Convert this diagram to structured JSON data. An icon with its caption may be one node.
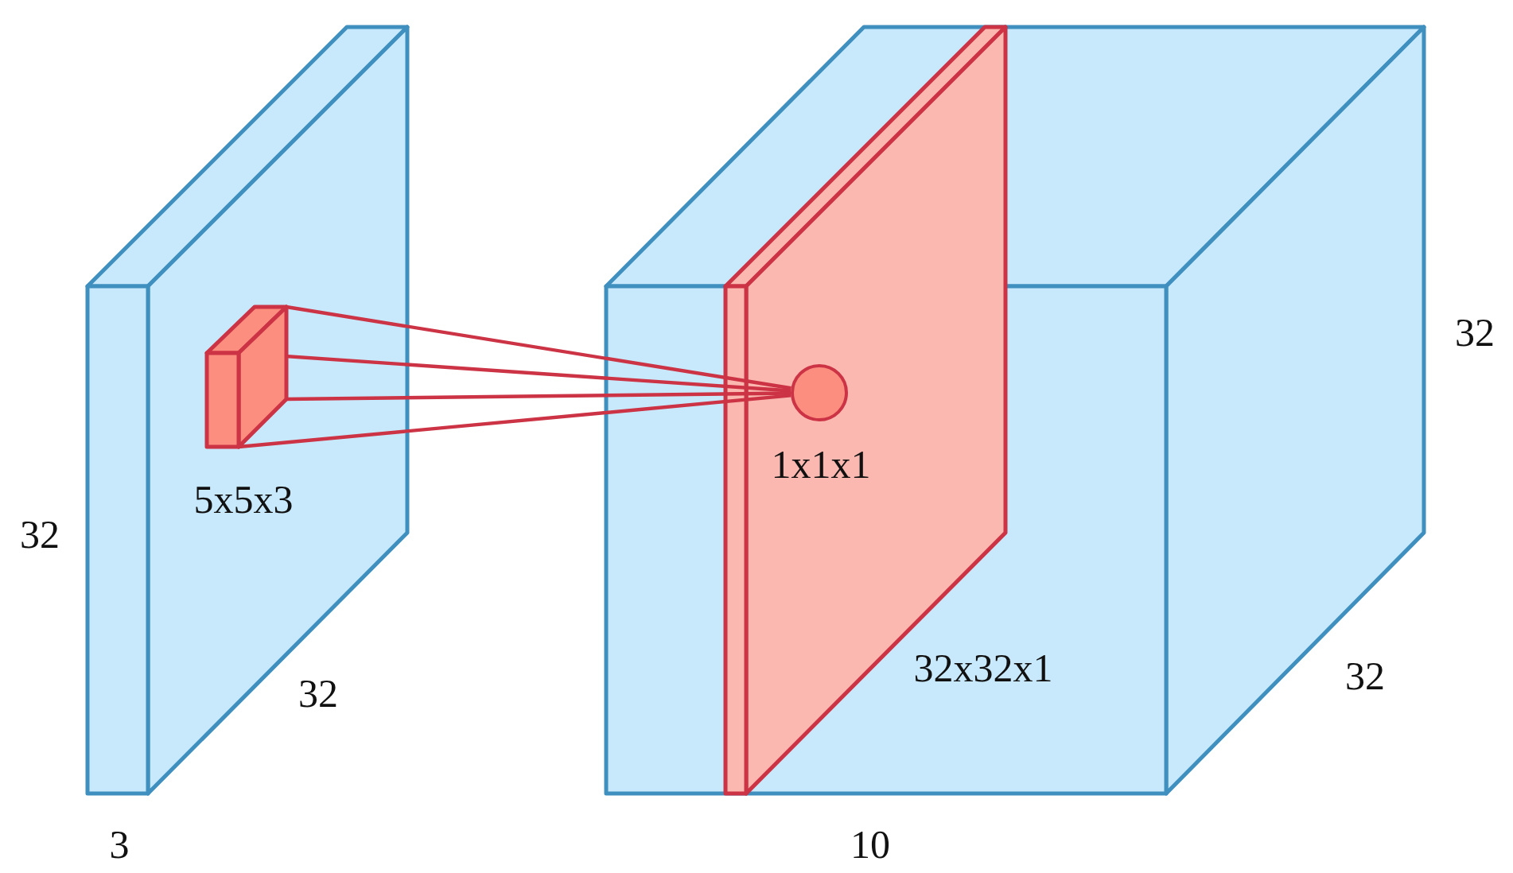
{
  "diagram": {
    "nodes": [
      {
        "text": [],
        "shape": "box",
        "beside": [
          "5x5x3"
        ]
      },
      {
        "text": [],
        "shape": "circle",
        "beside": [
          "1x1x1"
        ]
      }
    ],
    "edges": [
      {
        "from": 0,
        "to": 1,
        "arrow": "none"
      },
      {
        "from": 0,
        "to": 1,
        "arrow": "none"
      },
      {
        "from": 0,
        "to": 1,
        "arrow": "none"
      },
      {
        "from": 0,
        "to": 1,
        "arrow": "none"
      }
    ],
    "labels": [
      "32",
      "32",
      "32x32x1",
      "32",
      "32",
      "3",
      "10"
    ]
  }
}
